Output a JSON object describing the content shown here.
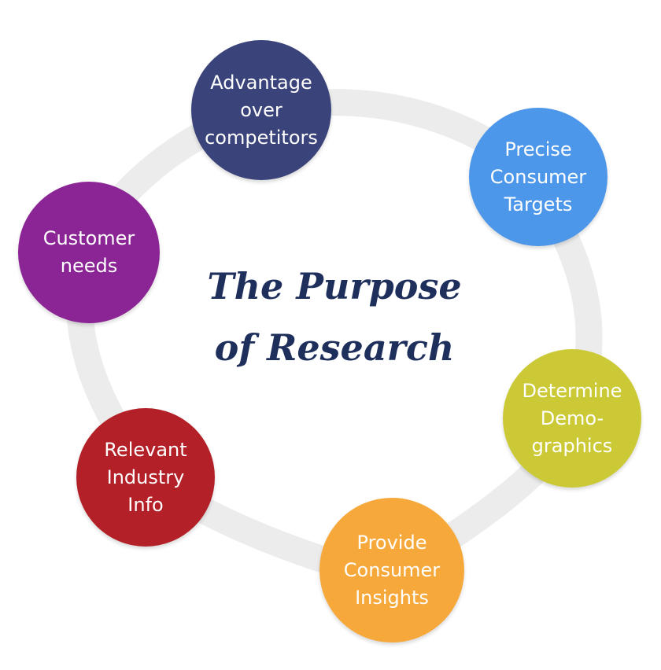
{
  "title": "The Purpose\nof Research",
  "nodes": [
    {
      "label": "Advantage\nover\ncompetitors",
      "color": "#3a437a"
    },
    {
      "label": "Precise\nConsumer\nTargets",
      "color": "#4c97ea"
    },
    {
      "label": "Determine\nDemo-\ngraphics",
      "color": "#ccc936"
    },
    {
      "label": "Provide\nConsumer\nInsights",
      "color": "#f6a93a"
    },
    {
      "label": "Relevant\nIndustry\nInfo",
      "color": "#b32027"
    },
    {
      "label": "Customer\nneeds",
      "color": "#8b2494"
    }
  ],
  "ring_color": "#ececec"
}
